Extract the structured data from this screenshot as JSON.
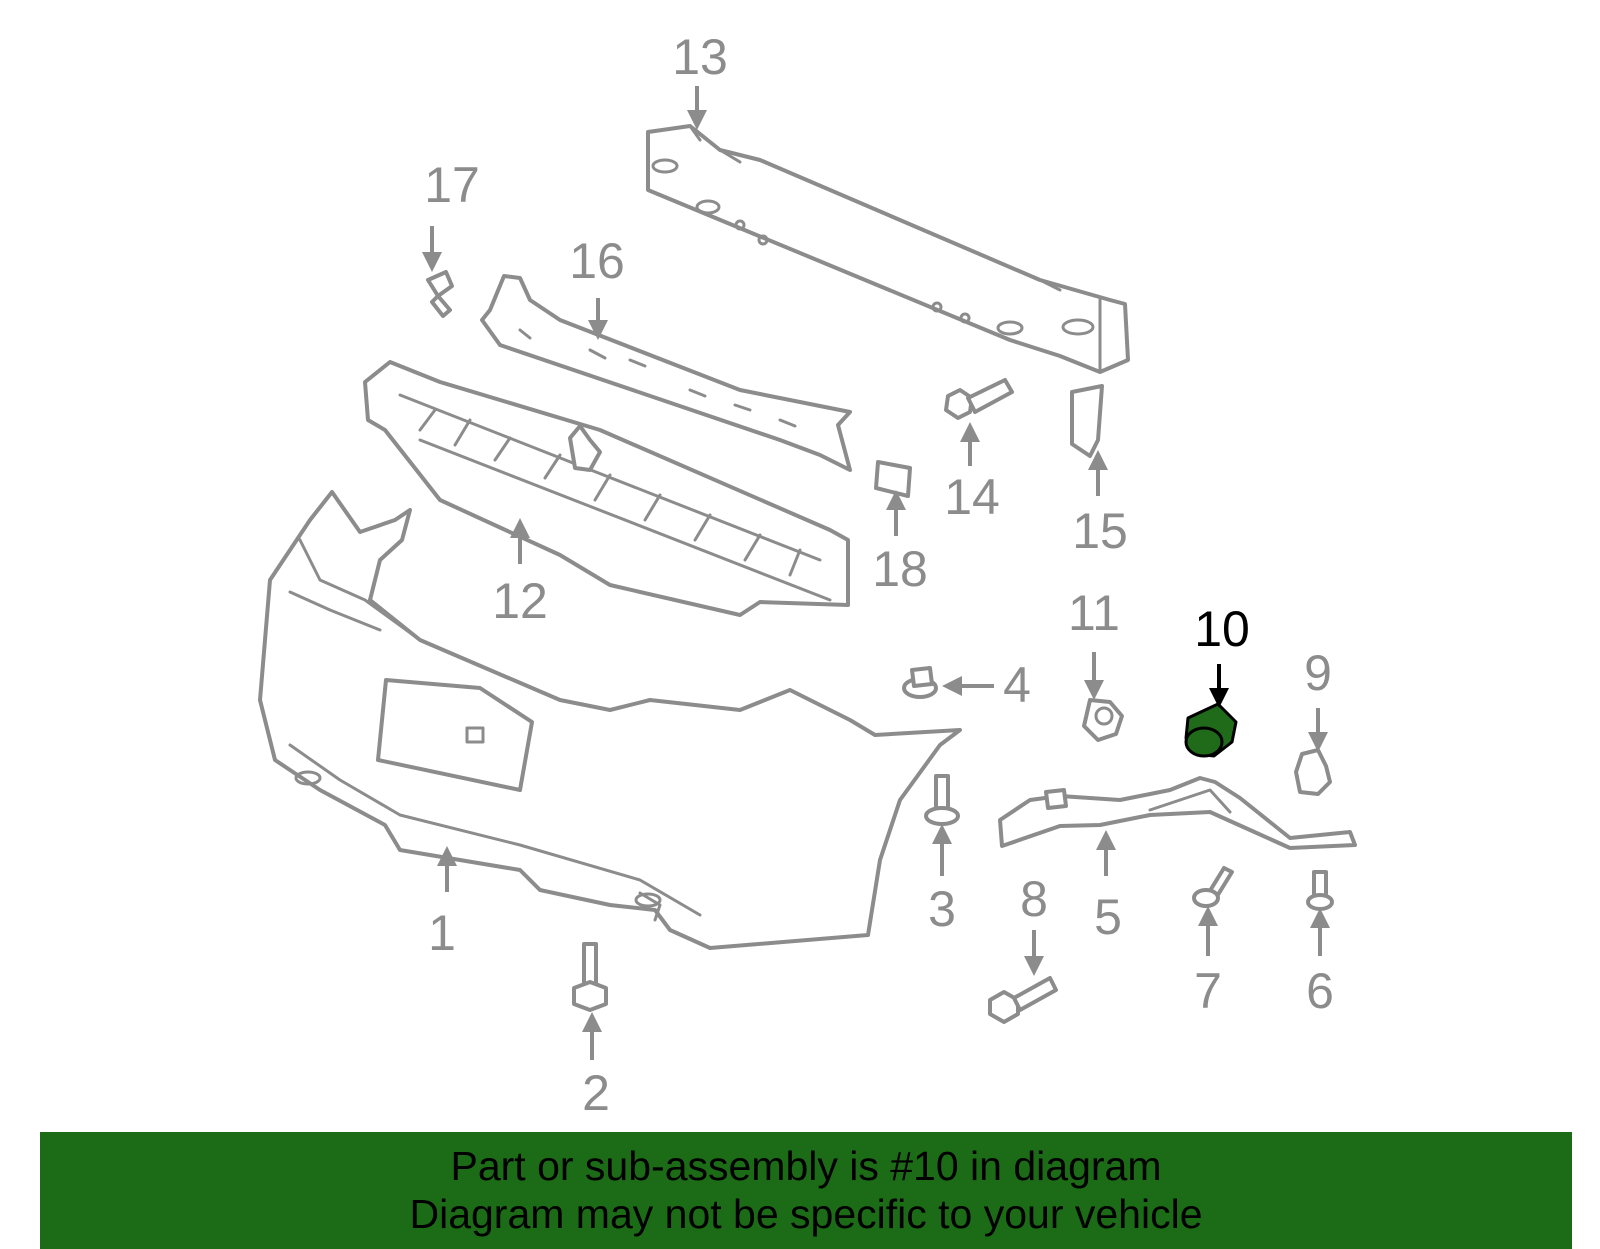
{
  "callouts": {
    "c1": "1",
    "c2": "2",
    "c3": "3",
    "c4": "4",
    "c5": "5",
    "c6": "6",
    "c7": "7",
    "c8": "8",
    "c9": "9",
    "c10": "10",
    "c11": "11",
    "c12": "12",
    "c13": "13",
    "c14": "14",
    "c15": "15",
    "c16": "16",
    "c17": "17",
    "c18": "18"
  },
  "highlight": {
    "part_number": "10",
    "color": "#1c6b16"
  },
  "banner": {
    "line1": "Part or sub-assembly is #10 in diagram",
    "line2": "Diagram may not be specific to your vehicle"
  }
}
